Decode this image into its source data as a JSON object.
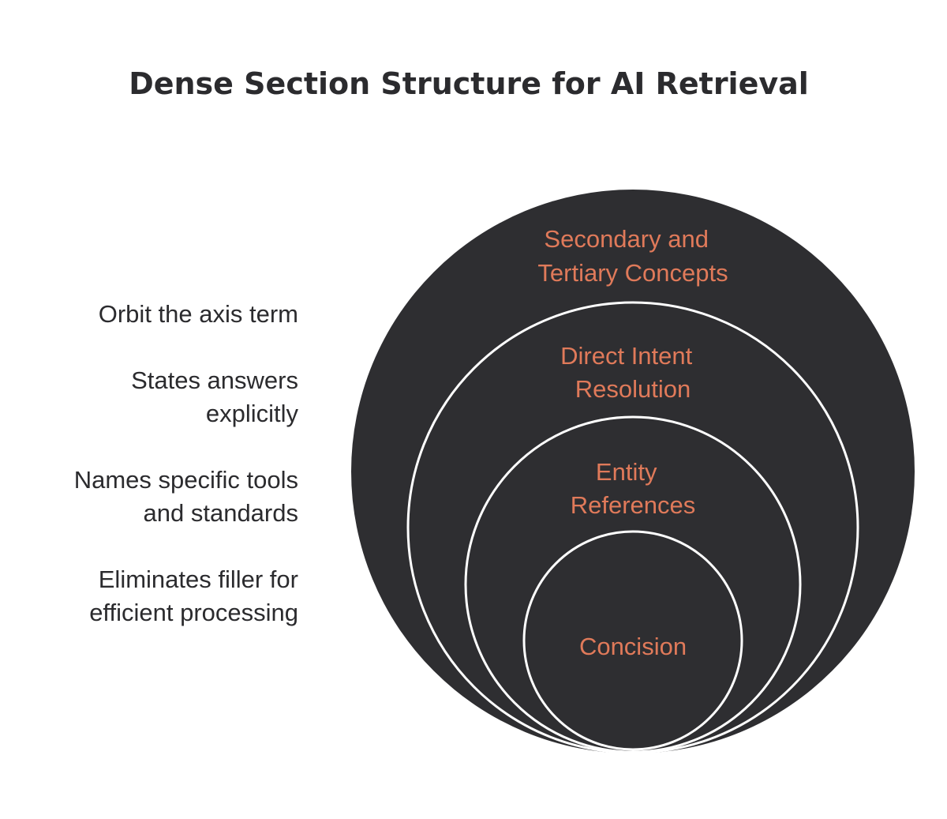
{
  "title": "Dense Section Structure for AI Retrieval",
  "side_labels": [
    "Orbit the axis term",
    "States answers\nexplicitly",
    "Names specific tools\nand standards",
    "Eliminates filler for\nefficient processing"
  ],
  "circles": [
    {
      "lines": [
        "Secondary and",
        "Tertiary Concepts"
      ]
    },
    {
      "lines": [
        "Direct Intent",
        "Resolution"
      ]
    },
    {
      "lines": [
        "Entity",
        "References"
      ]
    },
    {
      "lines": [
        "Concision"
      ]
    }
  ],
  "colors": {
    "circle_fill": "#2e2e31",
    "circle_stroke": "#ffffff",
    "label_text": "#e07a5a",
    "dark_text": "#2b2b2e"
  }
}
